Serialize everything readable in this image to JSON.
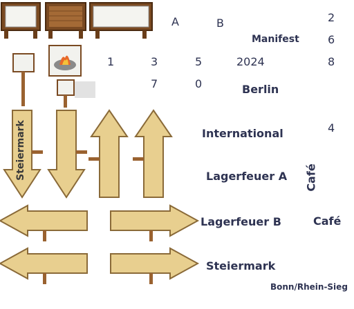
{
  "sheet": {
    "glyphs": {
      "a": "A",
      "b": "B",
      "d2": "2",
      "d6": "6",
      "d8": "8",
      "d4": "4",
      "d1": "1",
      "d3": "3",
      "d5": "5",
      "d7": "7",
      "d0": "0",
      "year": "2024"
    },
    "words": {
      "manifest": "Manifest",
      "berlin": "Berlin",
      "international": "International",
      "lagerfeuer_a": "Lagerfeuer A",
      "lagerfeuer_b": "Lagerfeuer B",
      "steiermark": "Steiermark",
      "cafe_horizontal": "Café",
      "cafe_vertical": "Café",
      "steiermark_vertical": "Steiermark",
      "bonn": "Bonn/Rhein-Sieg"
    }
  },
  "icons": {
    "campfire": "campfire-icon"
  },
  "colors": {
    "wood_dark": "#7a4a22",
    "wood_mid": "#9a6230",
    "plank_light": "#e8cf8f",
    "plank_mid": "#d4b36e",
    "plank_edge": "#8a6a38",
    "text": "#2e3352"
  }
}
